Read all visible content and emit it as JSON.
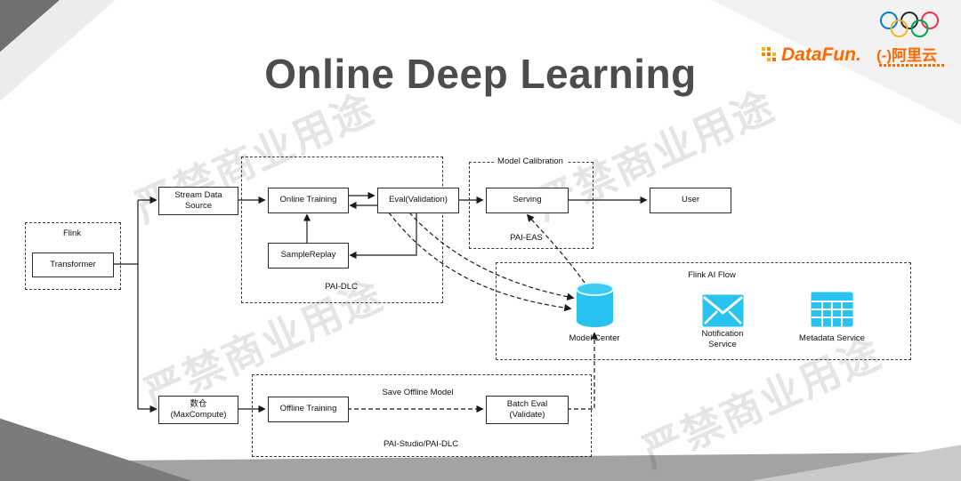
{
  "title": "Online Deep Learning",
  "watermark": "严禁商业用途",
  "header": {
    "datafun_logo": "DataFun.",
    "aliyun_logo": "(-)阿里云"
  },
  "colors": {
    "icon_cyan": "#29C3EF",
    "logo_orange": "#FF6A00",
    "line_dark": "#1A1A1A",
    "title_gray": "#4D4D4D"
  },
  "groups": {
    "flink": "Flink",
    "pai_dlc": "PAI-DLC",
    "model_calibration": "Model Calibration",
    "pai_eas": "PAI-EAS",
    "flink_ai_flow": "Flink AI Flow",
    "pai_studio": "PAI-Studio/PAI-DLC"
  },
  "nodes": {
    "transformer": "Transformer",
    "stream_data_source": "Stream Data\nSource",
    "online_training": "Online Training",
    "eval_validation": "Eval(Validation)",
    "sample_replay": "SampleReplay",
    "serving": "Serving",
    "user": "User",
    "maxcompute": "数仓\n(MaxCompute)",
    "offline_training": "Offline Training",
    "batch_eval": "Batch Eval\n(Validate)",
    "model_center": "Model Center",
    "notification_service": "Notification\nService",
    "metadata_service": "Metadata Service"
  },
  "edges": {
    "save_offline_model": "Save Offline Model"
  }
}
